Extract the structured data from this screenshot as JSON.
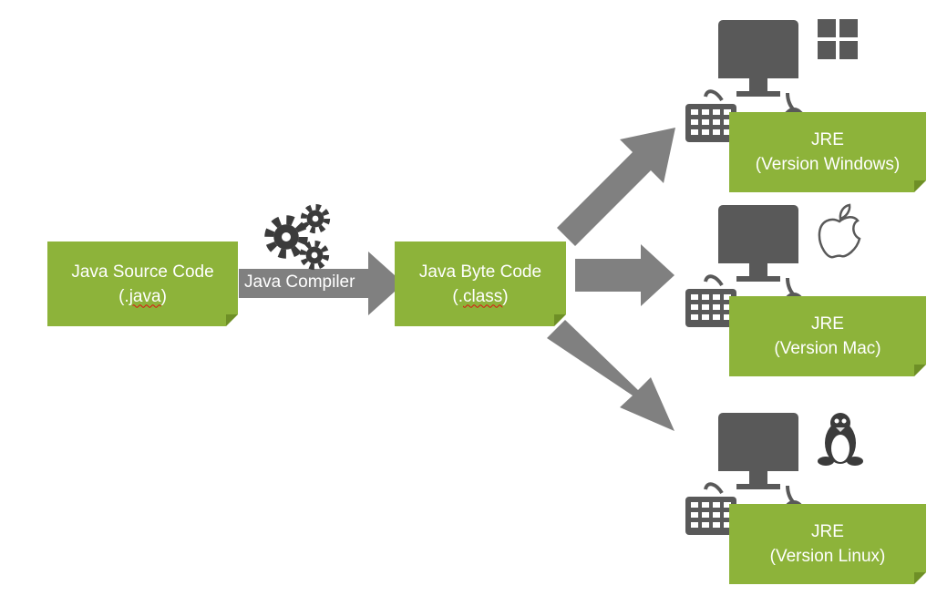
{
  "source": {
    "line1": "Java Source Code",
    "line2_prefix": "(.",
    "line2_word": "java",
    "line2_suffix": ")"
  },
  "compiler": {
    "label": "Java Compiler",
    "icon": "gears-icon"
  },
  "bytecode": {
    "line1": "Java Byte Code",
    "line2_prefix": "(.",
    "line2_word": "class",
    "line2_suffix": ")"
  },
  "targets": [
    {
      "title": "JRE",
      "version": "(Version Windows)",
      "os_icon": "windows-icon"
    },
    {
      "title": "JRE",
      "version": "(Version Mac)",
      "os_icon": "apple-icon"
    },
    {
      "title": "JRE",
      "version": "(Version Linux)",
      "os_icon": "linux-icon"
    }
  ],
  "colors": {
    "note": "#8db33a",
    "arrow": "#808080",
    "computer": "#595959"
  }
}
